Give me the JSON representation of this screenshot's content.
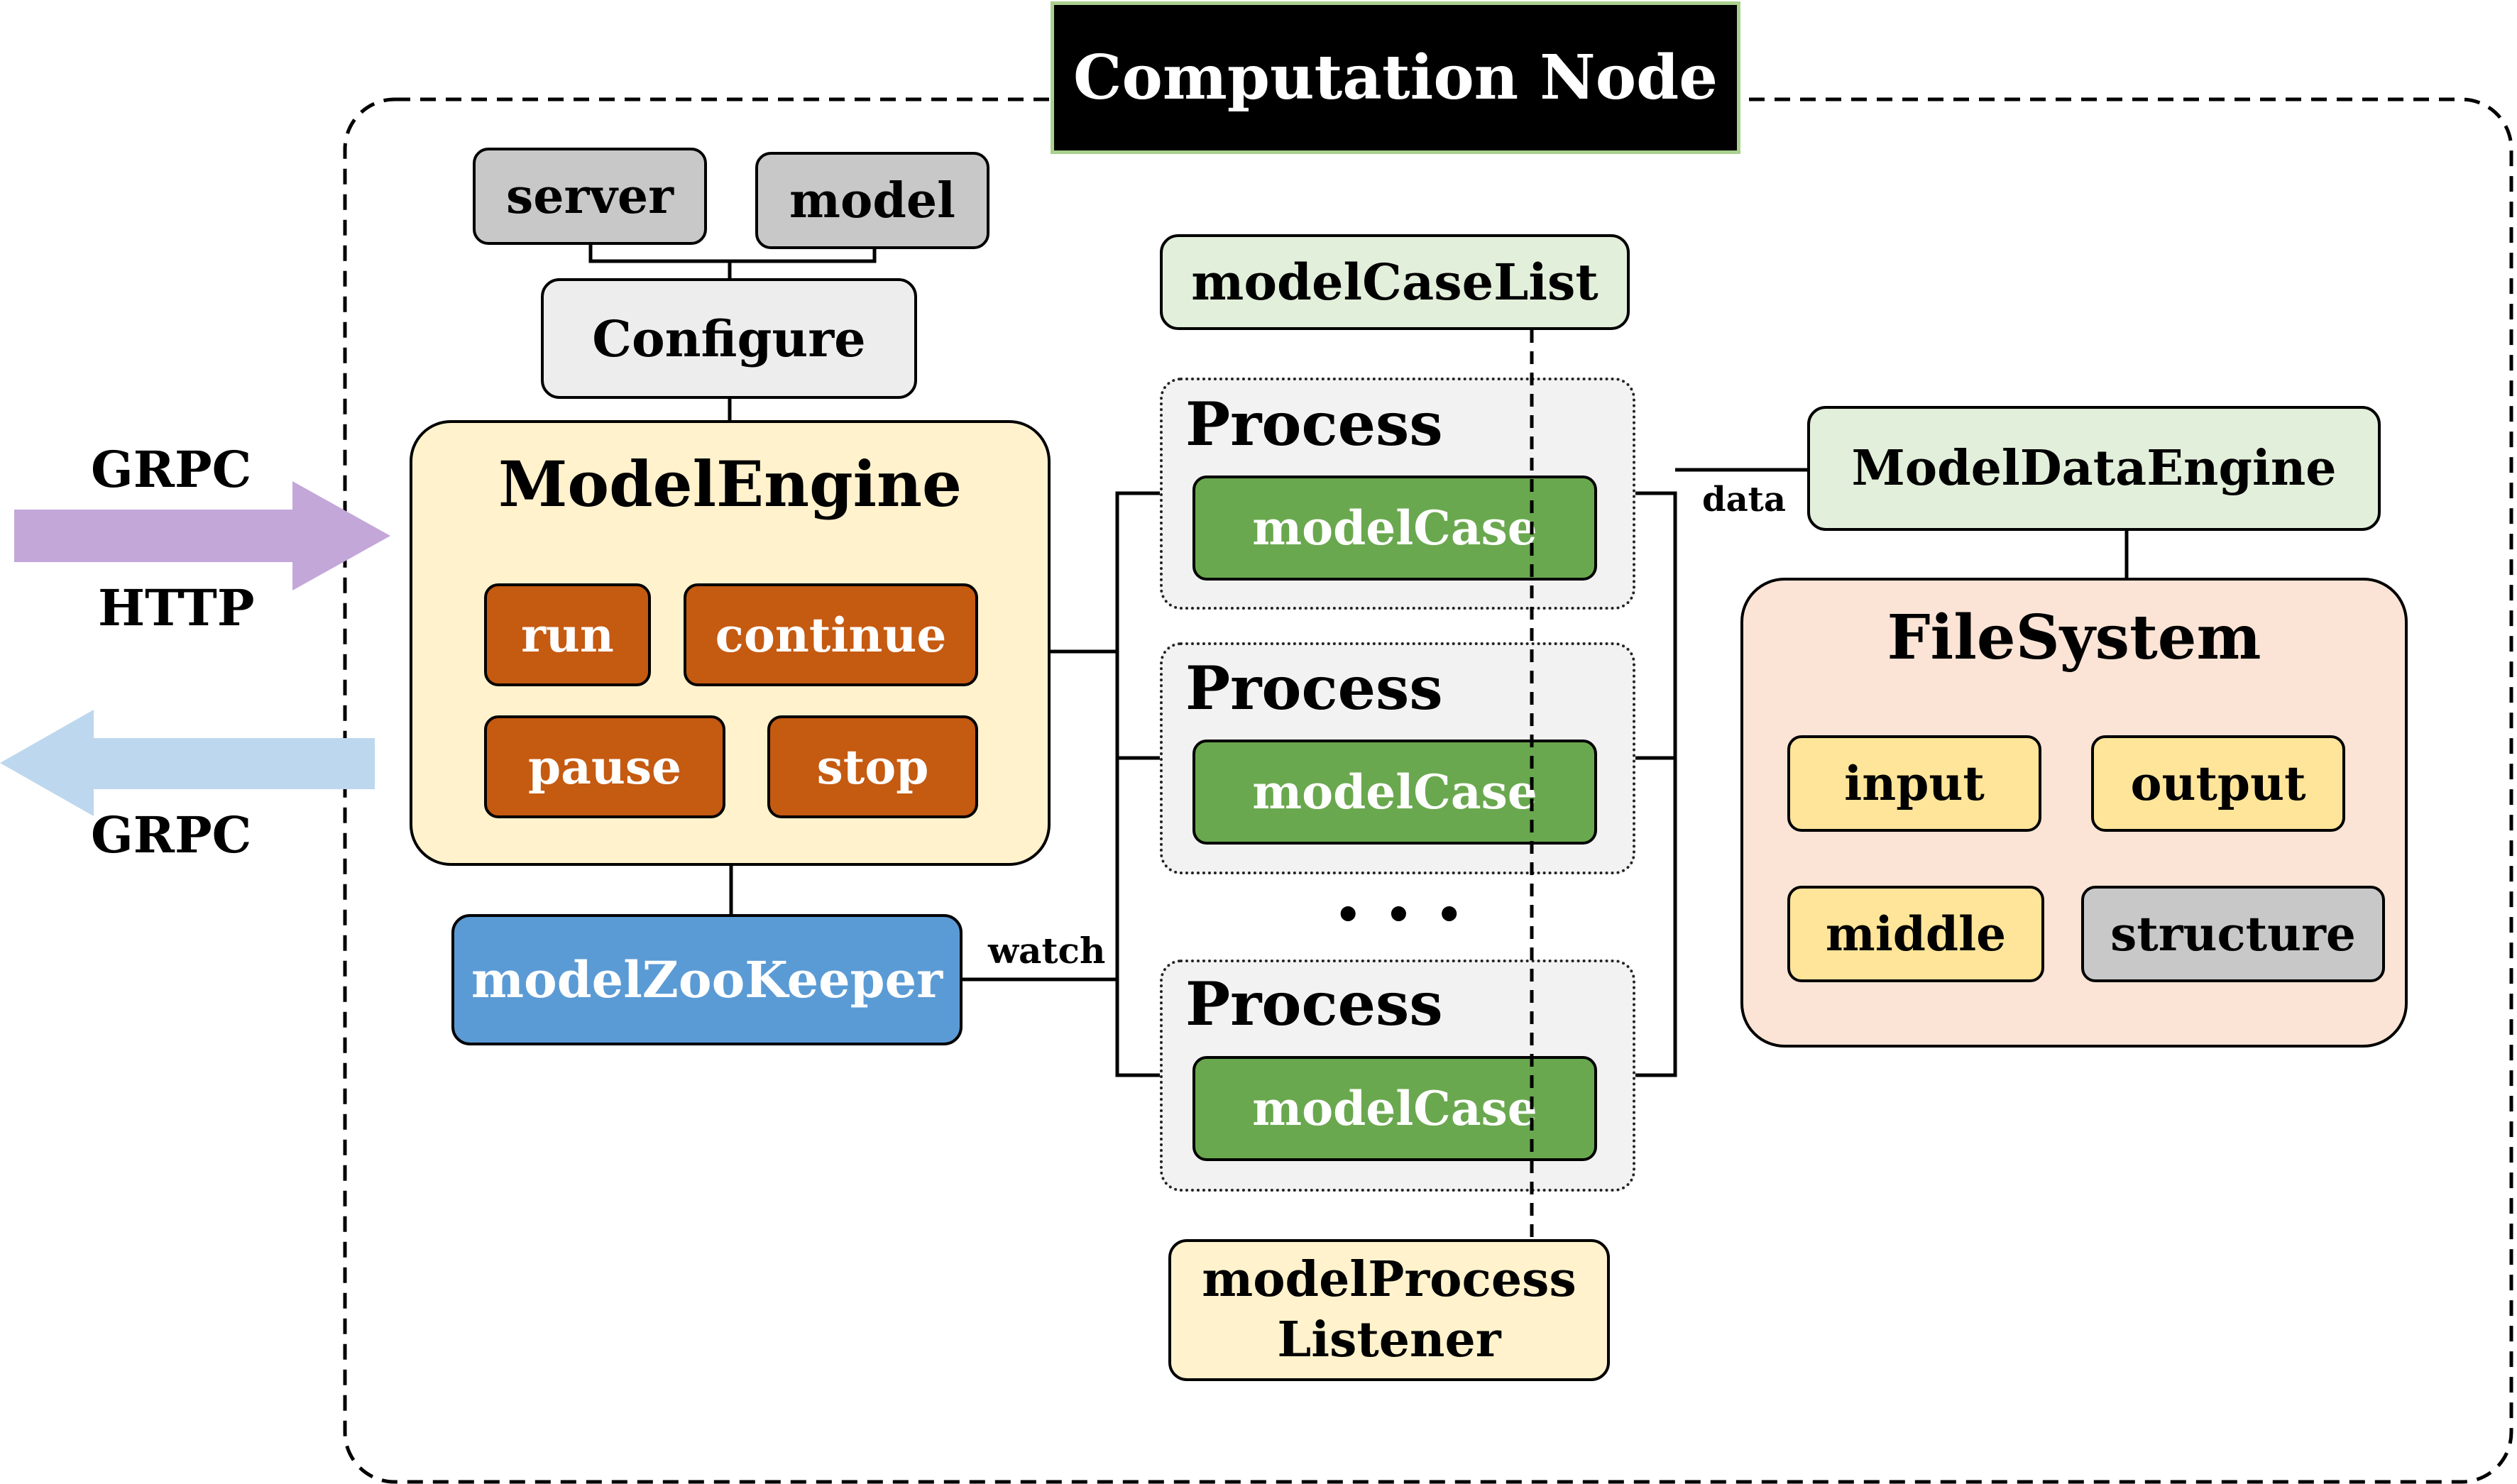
{
  "title": "Computation Node",
  "config": {
    "server": "server",
    "model": "model",
    "configure": "Configure"
  },
  "engine": {
    "title": "ModelEngine",
    "run": "run",
    "continue": "continue",
    "pause": "pause",
    "stop": "stop"
  },
  "zookeeper": {
    "label": "modelZooKeeper",
    "watch": "watch"
  },
  "arrows": {
    "in_top": "GRPC",
    "in_bottom": "HTTP",
    "out": "GRPC"
  },
  "process_list": {
    "label": "modelCaseList"
  },
  "processes": [
    {
      "label": "Process",
      "case": "modelCase"
    },
    {
      "label": "Process",
      "case": "modelCase"
    },
    {
      "label": "Process",
      "case": "modelCase"
    }
  ],
  "ellipsis": "• • •",
  "listener": {
    "line1": "modelProcess",
    "line2": "Listener"
  },
  "data_engine": {
    "label": "ModelDataEngine",
    "data": "data"
  },
  "filesystem": {
    "title": "FileSystem",
    "input": "input",
    "output": "output",
    "middle": "middle",
    "structure": "structure"
  },
  "colors": {
    "grpc_in_arrow": "#c3a7d9",
    "grpc_out_arrow": "#bdd7ee",
    "engine_fill": "#fff2cc",
    "filesystem_fill": "#fbe4d5",
    "zookeeper_fill": "#5b9bd5",
    "modelcase_fill": "#6aa84f",
    "action_fill": "#c55a11",
    "light_green": "#e2efda"
  },
  "icons": {
    "ellipsis": "dots-icon"
  }
}
